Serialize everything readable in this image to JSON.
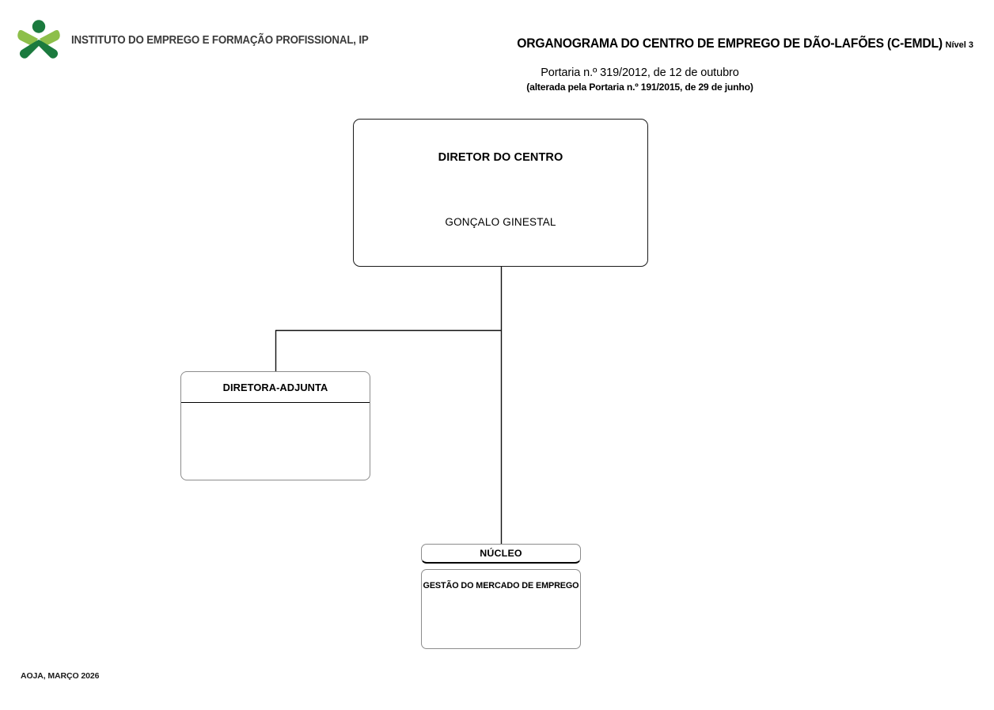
{
  "organization": {
    "logo_alt": "instituto-do-emprego-e-formacao-profissional-logo",
    "wordmark": "INSTITUTO DO EMPREGO E FORMAÇÃO PROFISSIONAL, IP",
    "logo_colors": {
      "dark_green": "#1b7a3e",
      "light_green": "#8dbf4a"
    }
  },
  "header": {
    "title": "ORGANOGRAMA DO CENTRO DE EMPREGO DE DÃO-LAFÕES (C-EMDL)",
    "level": "Nível 3",
    "subtitle_primary": "Portaria n.º 319/2012, de 12 de outubro",
    "subtitle_secondary": "(alterada pela Portaria n.º 191/2015, de 29 de junho)"
  },
  "chart": {
    "nodes": {
      "director": {
        "role": "DIRETOR DO CENTRO",
        "person": "GONÇALO GINESTAL"
      },
      "deputy_director": {
        "role": "DIRETORA-ADJUNTA",
        "person": ""
      },
      "nucleus": {
        "header": "NÚCLEO",
        "unit": "GESTÃO DO MERCADO DE EMPREGO"
      }
    }
  },
  "footer": {
    "note": "AOJA, MARÇO 2026"
  }
}
